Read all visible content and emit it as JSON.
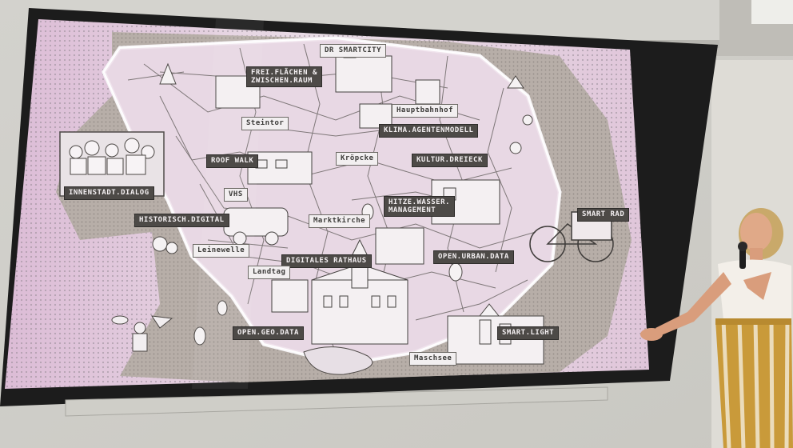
{
  "scene": {
    "description_tags": [
      "projection-screen",
      "city-map",
      "presenter"
    ],
    "colors": {
      "wall": "#d9d8d3",
      "screen_frame": "#1c1c1c",
      "map_background": "#b8b0aa",
      "map_area": "#e4dbe3",
      "pink_tint": "#e8c9df",
      "speaker_top": "#f3efe9",
      "speaker_pants": "#c99a3a"
    }
  },
  "map": {
    "labels": {
      "dr_smartcity": "DR SMARTCITY",
      "frei_flaechen": "FREI.FLÄCHEN &\nZWISCHEN.RAUM",
      "steintor": "Steintor",
      "hauptbahnhof": "Hauptbahnhof",
      "klima": "KLIMA.AGENTENMODELL",
      "roof_walk": "ROOF WALK",
      "kroepcke": "Kröpcke",
      "kultur": "KULTUR.DREIECK",
      "innenstadt": "INNENSTADT.DIALOG",
      "vhs": "VHS",
      "hitze": "HITZE.WASSER.\nMANAGEMENT",
      "smart_rad": "SMART RAD",
      "historisch": "HISTORISCH.DIGITAL",
      "marktkirche": "Marktkirche",
      "leinewelle": "Leinewelle",
      "digitales_rathaus": "DIGITALES RATHAUS",
      "open_urban": "OPEN.URBAN.DATA",
      "landtag": "Landtag",
      "open_geo": "OPEN.GEO.DATA",
      "smart_light": "SMART.LIGHT",
      "maschsee": "Maschsee"
    }
  }
}
